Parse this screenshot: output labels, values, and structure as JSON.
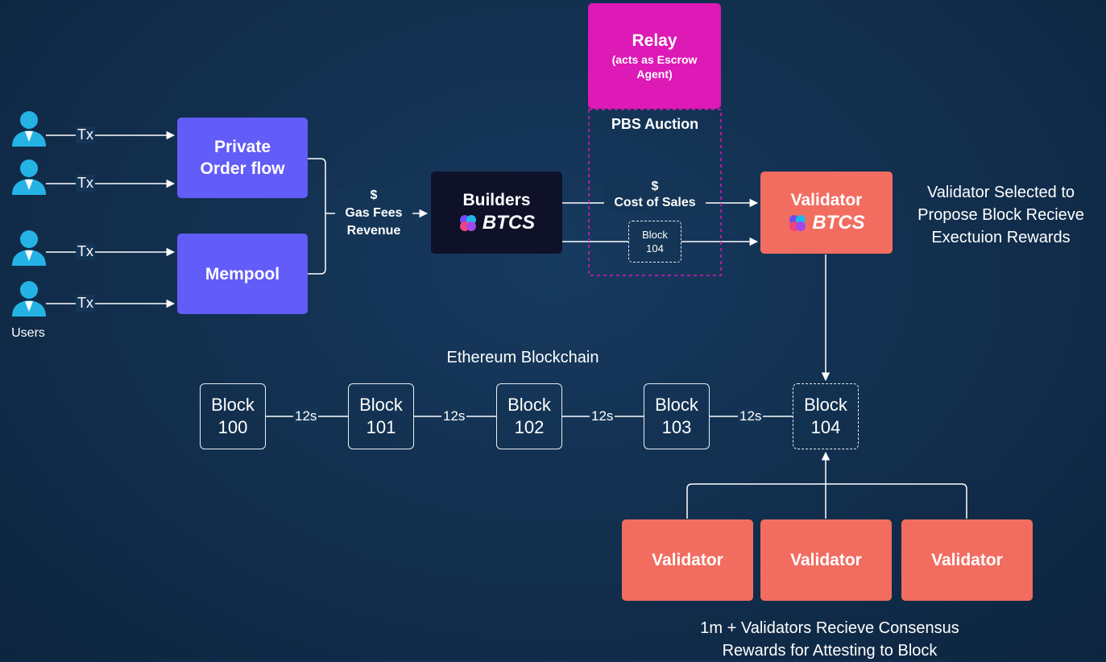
{
  "users": {
    "label": "Users",
    "tx_label": "Tx"
  },
  "private_order_flow": {
    "line1": "Private",
    "line2": "Order flow"
  },
  "mempool": {
    "label": "Mempool"
  },
  "gas_fees": {
    "symbol": "$",
    "line1": "Gas Fees",
    "line2": "Revenue"
  },
  "builders": {
    "label": "Builders",
    "brand": "BTCS"
  },
  "relay": {
    "title": "Relay",
    "sub1": "(acts as Escrow",
    "sub2": "Agent)"
  },
  "pbs_auction": {
    "label": "PBS Auction"
  },
  "cost_of_sales": {
    "symbol": "$",
    "label": "Cost of Sales"
  },
  "auction_block": {
    "line1": "Block",
    "line2": "104"
  },
  "validator_main": {
    "label": "Validator",
    "brand": "BTCS"
  },
  "validator_note": {
    "line1": "Validator Selected to",
    "line2": "Propose Block Recieve",
    "line3": "Exectuion Rewards"
  },
  "chain": {
    "title": "Ethereum Blockchain",
    "blocks": [
      {
        "line1": "Block",
        "line2": "100"
      },
      {
        "line1": "Block",
        "line2": "101"
      },
      {
        "line1": "Block",
        "line2": "102"
      },
      {
        "line1": "Block",
        "line2": "103"
      },
      {
        "line1": "Block",
        "line2": "104"
      }
    ],
    "interval": "12s"
  },
  "attesters": {
    "labels": [
      "Validator",
      "Validator",
      "Validator"
    ]
  },
  "consensus_note": {
    "line1": "1m + Validators Recieve Consensus",
    "line2": "Rewards for Attesting to Block"
  },
  "colors": {
    "background": "#12304f",
    "purple": "#625cf8",
    "coral": "#f26d60",
    "dark": "#0e1128",
    "relay": "#dd19b6",
    "user": "#25b3e6"
  }
}
